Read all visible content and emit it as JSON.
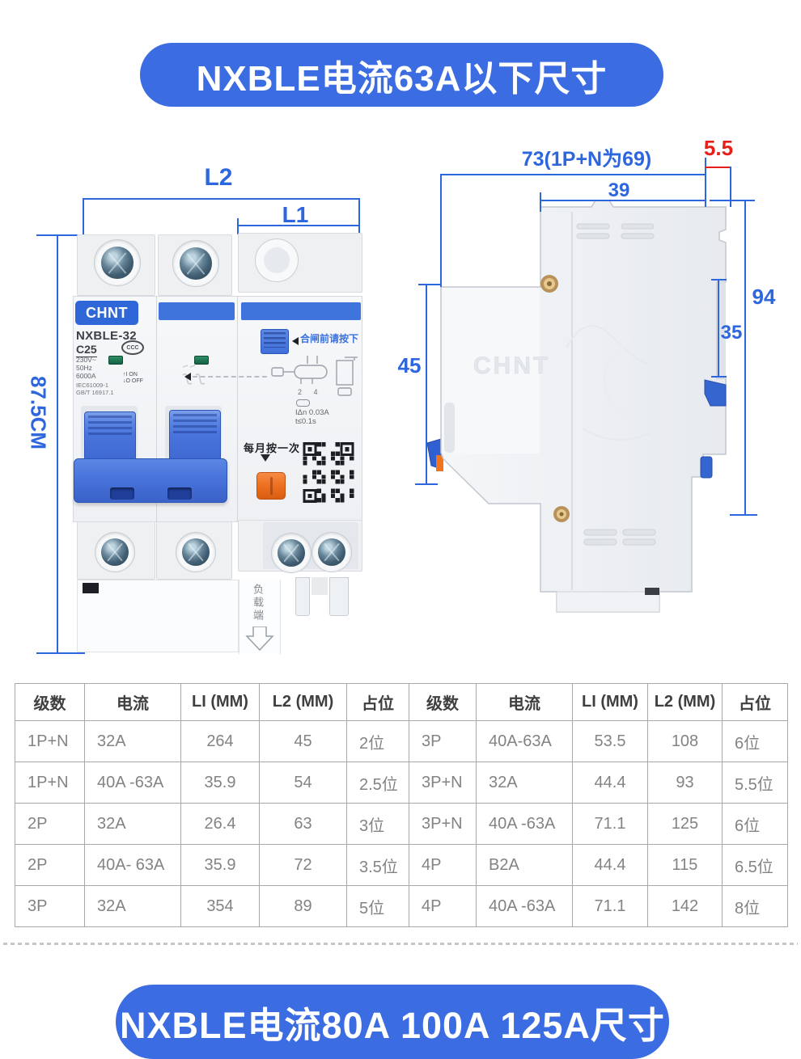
{
  "banners": {
    "top": "NXBLE电流63A以下尺寸",
    "bottom": "NXBLE电流80A 100A 125A尺寸"
  },
  "front_view": {
    "dim_l2": "L2",
    "dim_l1": "L1",
    "dim_height": "87.5CM",
    "brand": "CHNT",
    "model": "NXBLE-32",
    "rating": "C25",
    "cert_mark": "CCC",
    "voltage": "230V~",
    "frequency": "50Hz",
    "breaking_capacity": "6000A",
    "on_label": "↑I ON",
    "off_label": "↓O OFF",
    "standard_1": "IEC61009-1",
    "standard_2": "GB/T 16917.1",
    "blue_button_note": "合闸前请按下",
    "terminals": "2 4",
    "residual_current": "IΔn 0.03A",
    "trip_time": "t≤0.1s",
    "test_note": "每月按一次",
    "load_label": "负载端"
  },
  "side_view": {
    "dim_total_width": "73(1P+N为69)",
    "dim_back": "5.5",
    "dim_top": "39",
    "dim_front": "45",
    "dim_height": "94",
    "dim_rail": "35",
    "embossed_brand": "CHNT"
  },
  "table": {
    "headers": [
      "级数",
      "电流",
      "LI (MM)",
      "L2 (MM)",
      "占位",
      "级数",
      "电流",
      "LI (MM)",
      "L2 (MM)",
      "占位"
    ],
    "rows": [
      [
        "1P+N",
        "32A",
        "264",
        "45",
        "2位",
        "3P",
        "40A-63A",
        "53.5",
        "108",
        "6位"
      ],
      [
        "1P+N",
        "40A -63A",
        "35.9",
        "54",
        "2.5位",
        "3P+N",
        "32A",
        "44.4",
        "93",
        "5.5位"
      ],
      [
        "2P",
        "32A",
        "26.4",
        "63",
        "3位",
        "3P+N",
        "40A -63A",
        "71.1",
        "125",
        "6位"
      ],
      [
        "2P",
        "40A- 63A",
        "35.9",
        "72",
        "3.5位",
        "4P",
        "B2A",
        "44.4",
        "115",
        "6.5位"
      ],
      [
        "3P",
        "32A",
        "354",
        "89",
        "5位",
        "4P",
        "40A -63A",
        "71.1",
        "142",
        "8位"
      ]
    ]
  }
}
